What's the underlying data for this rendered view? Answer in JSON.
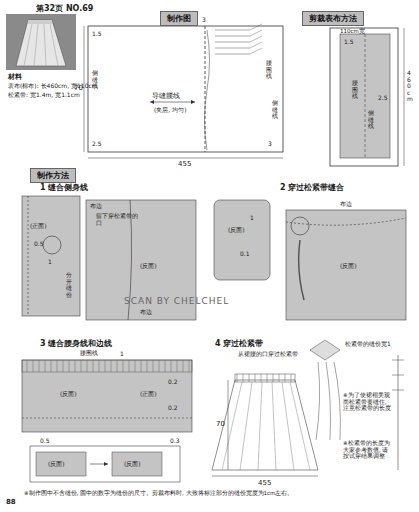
{
  "diagram": {
    "nodes": [
      {
        "text": [
          "制作图"
        ]
      },
      {
        "text": [
          "剪裁表布方法"
        ]
      },
      {
        "text": [
          "制作方法"
        ]
      }
    ],
    "labels": [
      "第32页 NO.69",
      "材料",
      "表布(棉布): 长460cm, 宽110cm",
      "松紧带: 宽1.4m, 宽1.1cm",
      "70",
      "侧缝线",
      "3",
      "导缝腰线",
      "(夹层, 均匀)",
      "2.5",
      "1.5",
      "455",
      "腰围线",
      "侧缝线",
      "3",
      "1.5",
      "2.5",
      "腰围线",
      "460cm",
      "110cm宽",
      "侧缝线",
      "1 缝合侧身线",
      "2 穿过松紧带缝合",
      "布边",
      "(正面)",
      "留下穿松紧带的口",
      "(反面)",
      "0.5",
      "1",
      "布边",
      "分开缝份",
      "(反面)",
      "0.1",
      "布边",
      "(反面)",
      "1",
      "SCAN BY CHELCHEL",
      "3 缝合腰身线和边线",
      "腰围线",
      "1",
      "(反面)",
      "0.2",
      "0.2",
      "(正面)",
      "0.5",
      "(反面)",
      "(反面)",
      "0.3",
      "4 穿过松紧带",
      "从裙腰的口穿过松紧带",
      "70",
      "455",
      "松紧带的缝份宽1",
      "※为了使裙褶美观而松紧带要缝住, 注意松紧带的长度",
      "※松紧带的长度为大家参考数值, 请按试穿结果调整",
      "88",
      "※制作图中不含缝份, 圆中的数字为缝份的尺寸。剪裁布料时, 大致将标注部分的缝份宽度为1cm左右。"
    ]
  }
}
